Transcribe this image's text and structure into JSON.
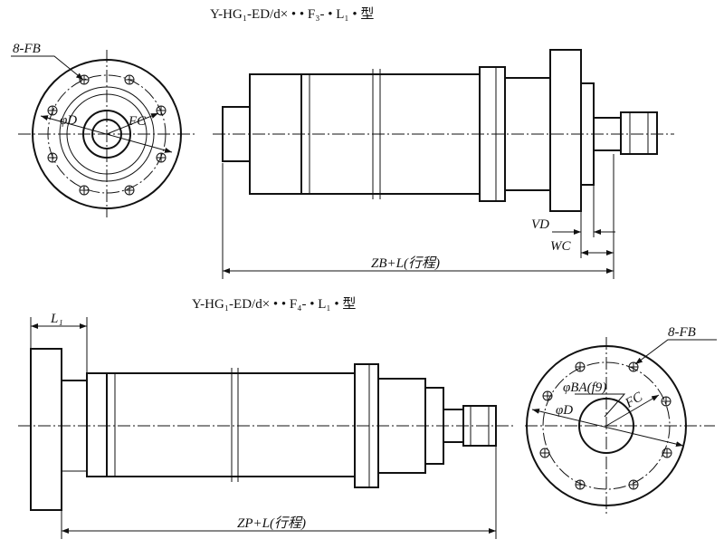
{
  "titles": {
    "top": "Y-HG₁-ED/d× • • F₃- • L₁ • 型",
    "bottom": "Y-HG₁-ED/d× • • F₄- • L₁ • 型"
  },
  "top_view": {
    "bolt_label": "8-FB",
    "phi_d": "φD",
    "fc": "FC",
    "vd": "VD",
    "wc": "WC",
    "length": "ZB+L(行程)"
  },
  "bottom_view": {
    "l1": "L₁",
    "bolt_label": "8-FB",
    "phi_ba": "φBA(f9)",
    "phi_d": "φD",
    "fc": "FC",
    "length": "ZP+L(行程)"
  }
}
